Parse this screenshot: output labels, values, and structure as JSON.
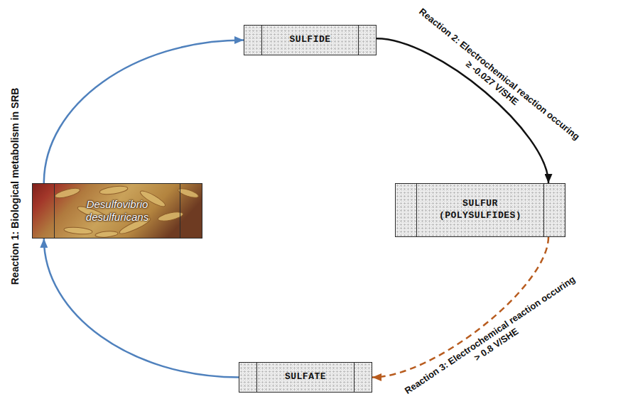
{
  "diagram": {
    "nodes": [
      {
        "text": [
          "SULFIDE"
        ]
      },
      {
        "text": [
          "Desulfovibrio desulfuricans"
        ]
      },
      {
        "text": [
          "SULFUR (POLYSULFIDES)"
        ]
      },
      {
        "text": [
          "SULFATE"
        ]
      }
    ],
    "edges": [
      {
        "from": 1,
        "to": 0,
        "arrow": "to"
      },
      {
        "from": 0,
        "to": 2,
        "arrow": "to",
        "label": "Reaction 2: Electrochemical reaction occuring ≥ -0.027 V/SHE"
      },
      {
        "from": 2,
        "to": 3,
        "arrow": "to",
        "label": "Reaction 3: Electrochemical reaction occuring > 0.8 V/SHE"
      },
      {
        "from": 3,
        "to": 1,
        "arrow": "to"
      }
    ],
    "labels": [
      "Reaction 1: Biological metabolism in SRB"
    ]
  }
}
